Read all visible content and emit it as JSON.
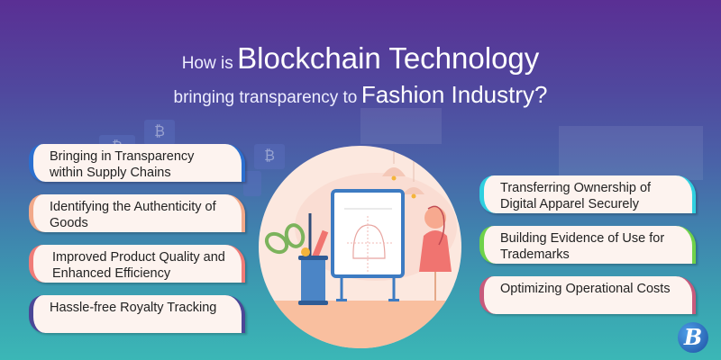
{
  "title": {
    "line1_prefix": "How is",
    "line1_emphasis": "Blockchain Technology",
    "line2_prefix": "bringing transparency to",
    "line2_emphasis": "Fashion Industry?"
  },
  "left_items": [
    {
      "label": "Bringing in Transparency within Supply Chains",
      "accent": "#2b6fcf"
    },
    {
      "label": "Identifying the Authenticity of Goods",
      "accent": "#f2a98a"
    },
    {
      "label": "Improved Product Quality and Enhanced Efficiency",
      "accent": "#f07c78"
    },
    {
      "label": "Hassle-free Royalty Tracking",
      "accent": "#4b4797"
    }
  ],
  "right_items": [
    {
      "label": "Transferring Ownership of Digital Apparel Securely",
      "accent": "#2fd0e0"
    },
    {
      "label": "Building Evidence of Use for Trademarks",
      "accent": "#6fd24a"
    },
    {
      "label": "Optimizing Operational Costs",
      "accent": "#c75a7c"
    }
  ],
  "illustration": {
    "icon": "fashion-design-illustration"
  },
  "logo": {
    "glyph": "B",
    "icon": "brand-logo-icon"
  },
  "background_icons": {
    "glyph": "₿"
  }
}
